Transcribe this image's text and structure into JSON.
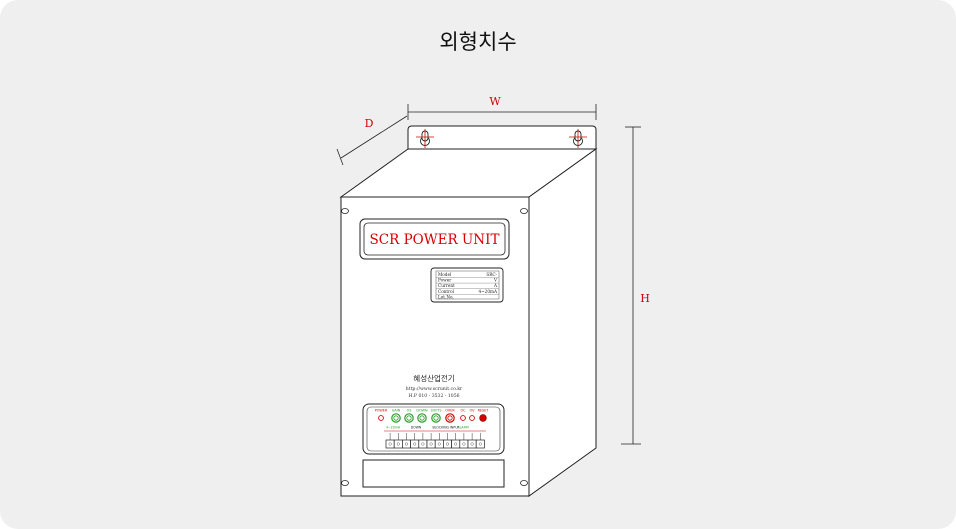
{
  "title": "외형치수",
  "dimensions": {
    "width": "W",
    "depth": "D",
    "height": "H"
  },
  "product": {
    "name": "SCR POWER UNIT",
    "nameplate": [
      {
        "label": "Model",
        "value": "SRC-"
      },
      {
        "label": "Power",
        "value": "V"
      },
      {
        "label": "Current",
        "value": "A"
      },
      {
        "label": "Control",
        "value": "4~20mA"
      },
      {
        "label": "Lot.No.",
        "value": ""
      }
    ],
    "maker": "혜성산업전기",
    "website": "http://www.scrunit.co.kr",
    "phone": "H.P 010 - 3532 - 1056"
  },
  "panel": {
    "indicators": [
      {
        "label": "POWER",
        "color": "#d40000"
      },
      {
        "label": "GAIN",
        "color": "#2a9d2a"
      },
      {
        "label": "OS",
        "color": "#2a9d2a"
      },
      {
        "label": "DOWN",
        "color": "#2a9d2a"
      },
      {
        "label": "SOFTS",
        "color": "#2a9d2a"
      },
      {
        "label": "OVER",
        "color": "#d40000"
      },
      {
        "label": "OC",
        "color": "#d40000"
      },
      {
        "label": "OV",
        "color": "#d40000"
      },
      {
        "label": "RESET",
        "color": "#d40000"
      }
    ],
    "terminal_groups": [
      "4~20mA",
      "DOWN",
      "BLOCKING INPUT",
      "ALARM"
    ],
    "terminal_count": 12
  },
  "colors": {
    "accent": "#d40000",
    "line": "#222222",
    "background": "#efefef"
  }
}
